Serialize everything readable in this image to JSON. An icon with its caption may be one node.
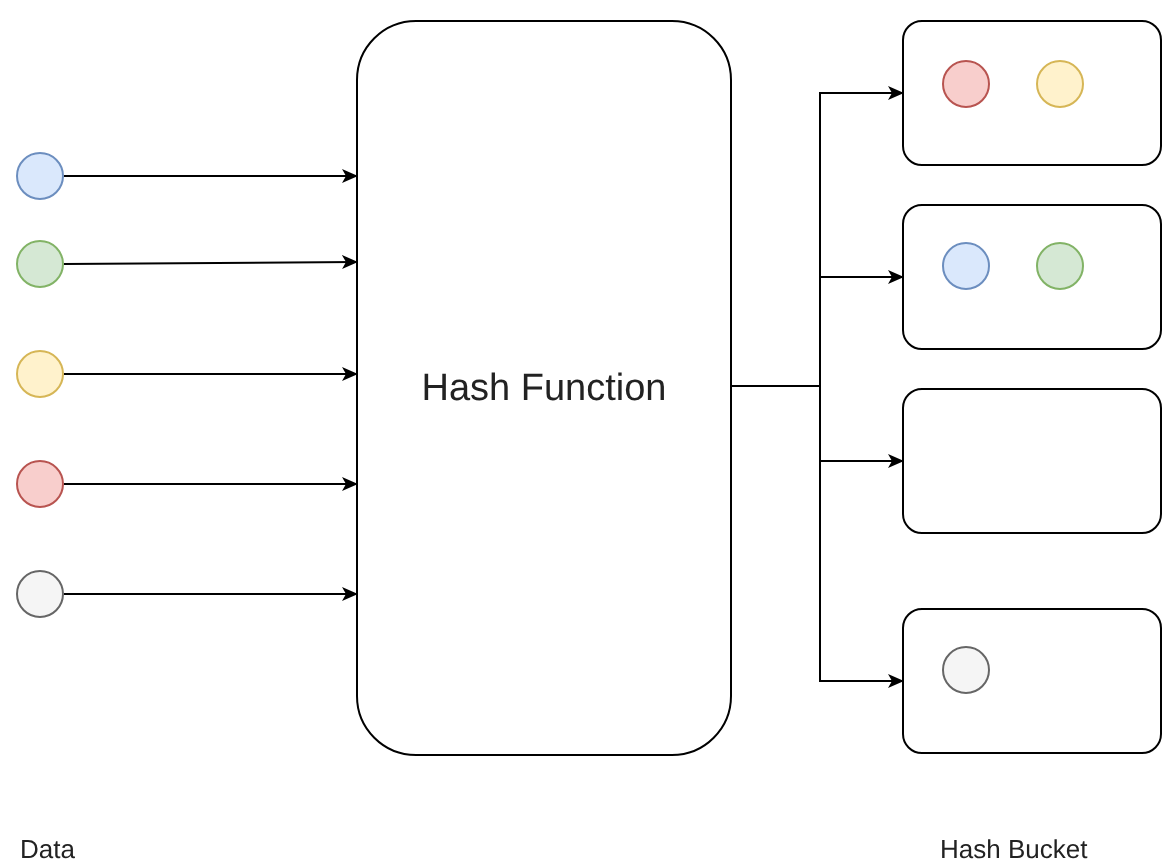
{
  "diagram": {
    "nodes": [
      {
        "text": [],
        "shape": "circle"
      },
      {
        "text": [],
        "shape": "circle"
      },
      {
        "text": [],
        "shape": "circle"
      },
      {
        "text": [],
        "shape": "circle"
      },
      {
        "text": [],
        "shape": "circle"
      },
      {
        "text": [
          "Hash Function"
        ]
      },
      {
        "text": [],
        "shape": "box"
      },
      {
        "text": [],
        "shape": "box"
      },
      {
        "text": [],
        "shape": "box"
      },
      {
        "text": [],
        "shape": "box"
      },
      {
        "text": [],
        "shape": "circle",
        "in": 6
      },
      {
        "text": [],
        "shape": "circle",
        "in": 6
      },
      {
        "text": [],
        "shape": "circle",
        "in": 7
      },
      {
        "text": [],
        "shape": "circle",
        "in": 7
      },
      {
        "text": [],
        "shape": "circle",
        "in": 9
      }
    ],
    "edges": [
      {
        "from": 0,
        "to": 5,
        "arrow": "to"
      },
      {
        "from": 1,
        "to": 5,
        "arrow": "to"
      },
      {
        "from": 2,
        "to": 5,
        "arrow": "to"
      },
      {
        "from": 3,
        "to": 5,
        "arrow": "to"
      },
      {
        "from": 4,
        "to": 5,
        "arrow": "to"
      },
      {
        "from": 5,
        "to": 6,
        "arrow": "to"
      },
      {
        "from": 5,
        "to": 7,
        "arrow": "to"
      },
      {
        "from": 5,
        "to": 8,
        "arrow": "to"
      },
      {
        "from": 5,
        "to": 9,
        "arrow": "to"
      }
    ],
    "labels": [
      "Data",
      "Hash Bucket"
    ]
  }
}
